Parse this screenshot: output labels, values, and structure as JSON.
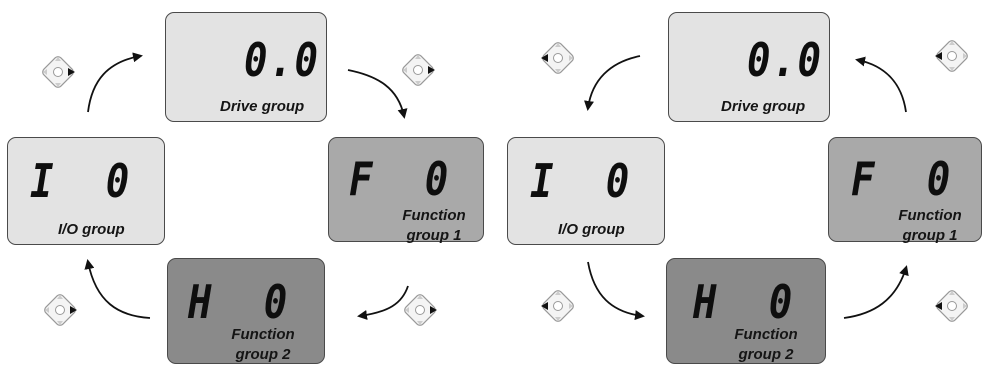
{
  "diagrams": [
    {
      "drive_group": {
        "display": "0.0",
        "label": "Drive group"
      },
      "function_group_1": {
        "display": "F  0",
        "label_line1": "Function",
        "label_line2": "group 1"
      },
      "function_group_2": {
        "display": "H  0",
        "label_line1": "Function",
        "label_line2": "group 2"
      },
      "io_group": {
        "display": "I  0",
        "label": "I/O group"
      },
      "key_direction": "right",
      "rotation": "clockwise"
    },
    {
      "drive_group": {
        "display": "0.0",
        "label": "Drive group"
      },
      "function_group_1": {
        "display": "F  0",
        "label_line1": "Function",
        "label_line2": "group 1"
      },
      "function_group_2": {
        "display": "H  0",
        "label_line1": "Function",
        "label_line2": "group 2"
      },
      "io_group": {
        "display": "I  0",
        "label": "I/O group"
      },
      "key_direction": "left",
      "rotation": "counterclockwise"
    }
  ],
  "colors": {
    "panel_light": "#e3e3e3",
    "panel_mid": "#a9a9a9",
    "panel_dark": "#8a8a8a",
    "text": "#151515",
    "arrow": "#111111"
  },
  "icons": [
    "navigation-key-right-icon",
    "navigation-key-left-icon",
    "curved-arrow-icon"
  ]
}
